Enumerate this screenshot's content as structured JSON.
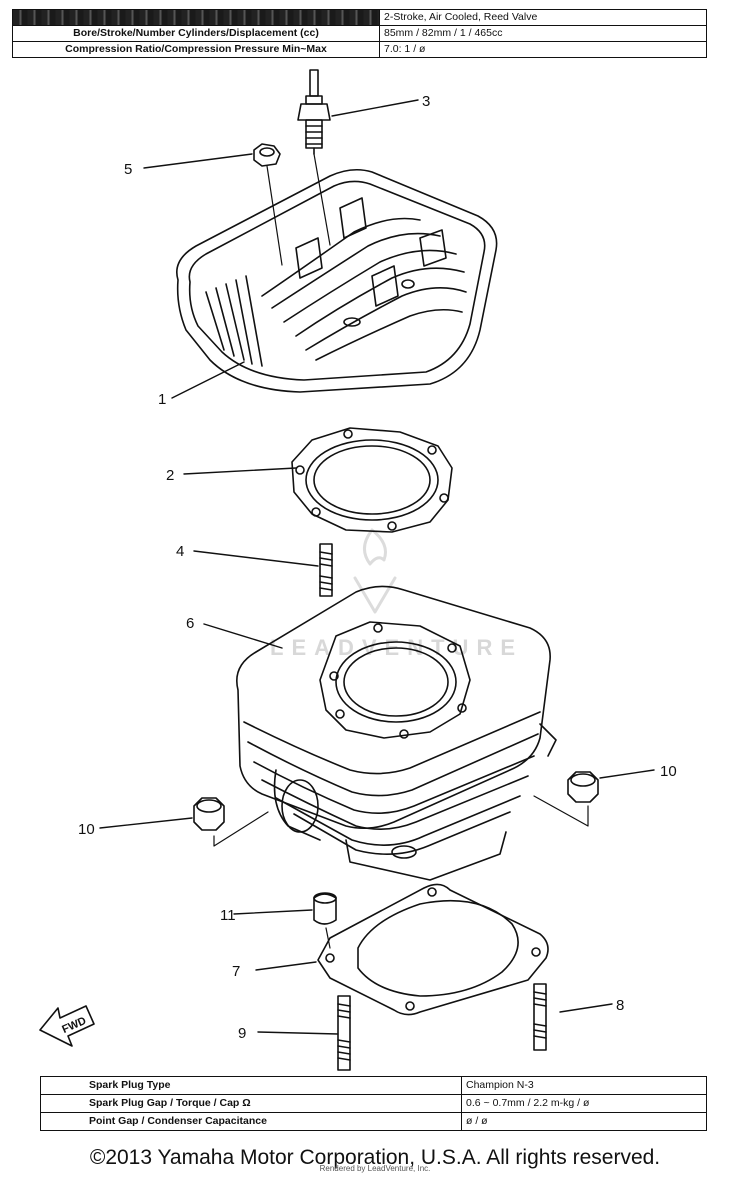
{
  "spec_top": [
    {
      "label": "",
      "value": "2-Stroke, Air Cooled, Reed Valve",
      "label_blacked": true
    },
    {
      "label": "Bore/Stroke/Number Cylinders/Displacement (cc)",
      "value": "85mm / 82mm / 1 / 465cc"
    },
    {
      "label": "Compression Ratio/Compression Pressure Min~Max",
      "value": "7.0: 1 / ø"
    }
  ],
  "callouts": [
    "1",
    "2",
    "3",
    "4",
    "5",
    "6",
    "7",
    "8",
    "9",
    "10",
    "10",
    "11"
  ],
  "watermark": "LEADVENTURE",
  "fwd_label": "FWD",
  "spec_bottom": [
    {
      "label": "Spark Plug Type",
      "value": "Champion N-3"
    },
    {
      "label": "Spark Plug Gap / Torque / Cap Ω",
      "value": "0.6 ~ 0.7mm / 2.2 m-kg / ø"
    },
    {
      "label": "Point Gap / Condenser Capacitance",
      "value": "ø / ø"
    }
  ],
  "copyright": "©2013 Yamaha Motor Corporation, U.S.A. All rights reserved.",
  "rendered_by": "Rendered by LeadVenture, Inc."
}
